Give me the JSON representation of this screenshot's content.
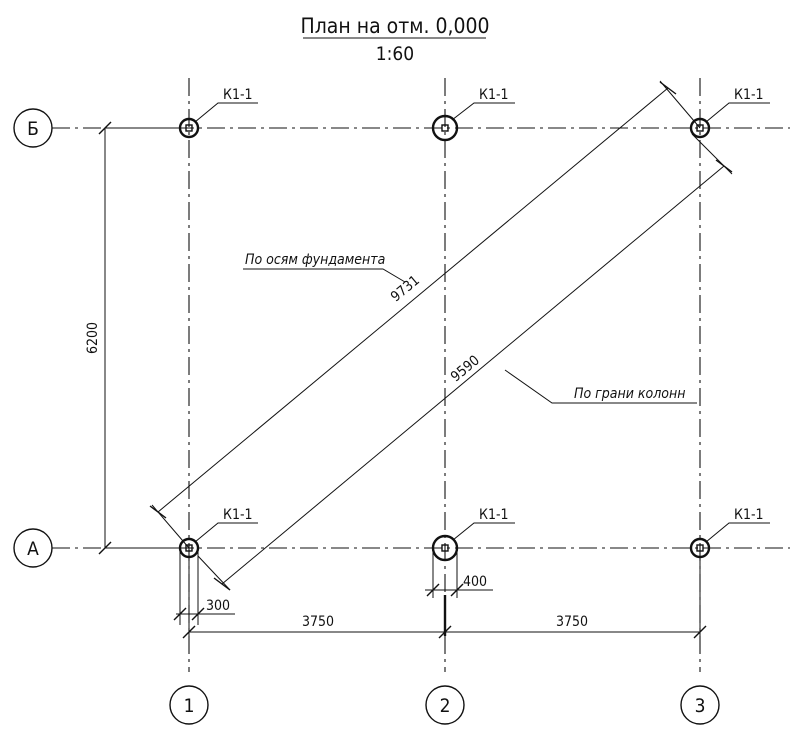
{
  "title": {
    "main": "План на отм. 0,000",
    "scale": "1:60"
  },
  "axes": {
    "rows": [
      {
        "id": "row-b",
        "label": "Б"
      },
      {
        "id": "row-a",
        "label": "А"
      }
    ],
    "columns": [
      {
        "id": "col-1",
        "label": "1"
      },
      {
        "id": "col-2",
        "label": "2"
      },
      {
        "id": "col-3",
        "label": "3"
      }
    ]
  },
  "column_marks": [
    {
      "label": "К1-1"
    },
    {
      "label": "К1-1"
    },
    {
      "label": "К1-1"
    },
    {
      "label": "К1-1"
    },
    {
      "label": "К1-1"
    },
    {
      "label": "К1-1"
    }
  ],
  "dimensions": {
    "vertical_span": "6200",
    "span_1_2": "3750",
    "span_2_3": "3750",
    "col_width_small": "300",
    "col_width_large": "400",
    "diag_axes": "9731",
    "diag_faces": "9590"
  },
  "notes": {
    "by_foundation_axes": "По осям фундамента",
    "by_column_faces": "По грани колонн"
  }
}
